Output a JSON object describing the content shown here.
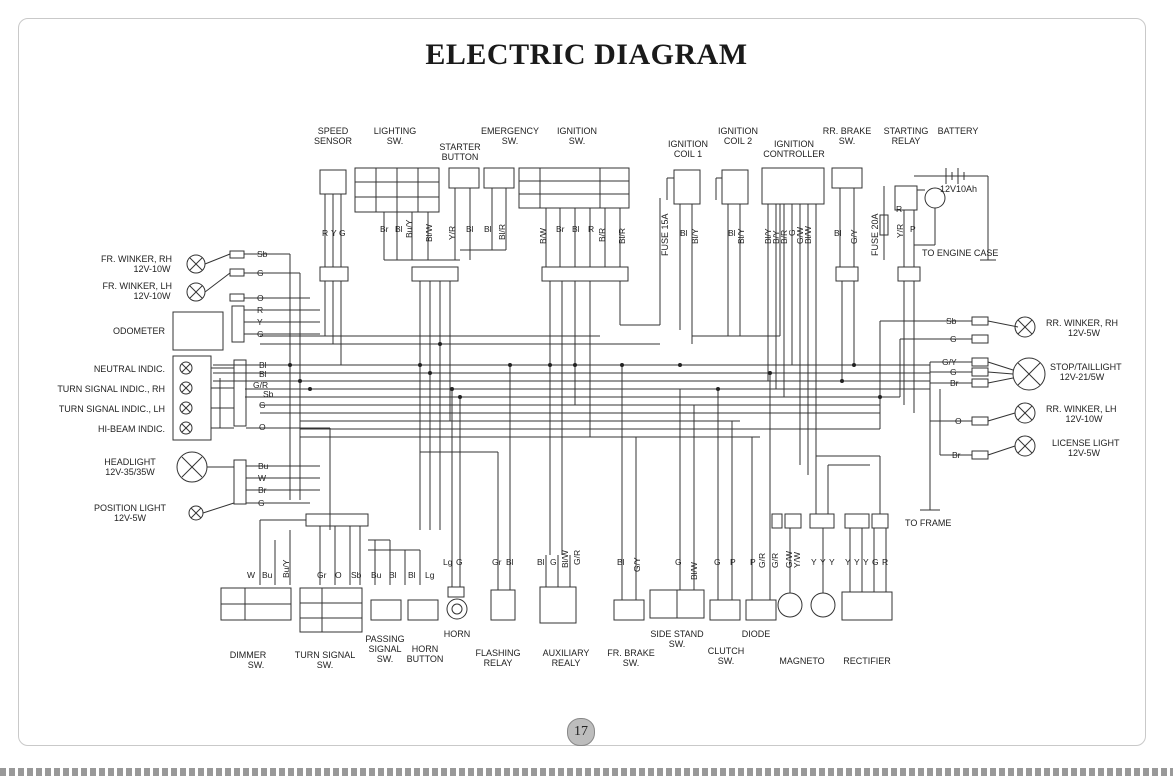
{
  "title": "ELECTRIC DIAGRAM",
  "page_number": "17",
  "labels": {
    "fr_winker_rh": "FR. WINKER, RH",
    "fr_winker_rh_rating": "12V-10W",
    "fr_winker_lh": "FR. WINKER, LH",
    "fr_winker_lh_rating": "12V-10W",
    "odometer": "ODOMETER",
    "neutral_indic": "NEUTRAL INDIC.",
    "turn_signal_indic_rh": "TURN SIGNAL INDIC., RH",
    "turn_signal_indic_lh": "TURN SIGNAL INDIC., LH",
    "hibeam_indic": "HI-BEAM INDIC.",
    "headlight": "HEADLIGHT",
    "headlight_rating": "12V-35/35W",
    "position_light": "POSITION LIGHT",
    "position_light_rating": "12V-5W",
    "speed_sensor_1": "SPEED",
    "speed_sensor_2": "SENSOR",
    "lighting_sw_1": "LIGHTING",
    "lighting_sw_2": "SW.",
    "starter_button_1": "STARTER",
    "starter_button_2": "BUTTON",
    "emergency_sw_1": "EMERGENCY",
    "emergency_sw_2": "SW.",
    "ignition_sw_1": "IGNITION",
    "ignition_sw_2": "SW.",
    "ignition_coil1_1": "IGNITION",
    "ignition_coil1_2": "COIL 1",
    "ignition_coil2_1": "IGNITION",
    "ignition_coil2_2": "COIL 2",
    "ignition_controller_1": "IGNITION",
    "ignition_controller_2": "CONTROLLER",
    "rr_brake_sw_1": "RR. BRAKE",
    "rr_brake_sw_2": "SW.",
    "starting_relay_1": "STARTING",
    "starting_relay_2": "RELAY",
    "battery": "BATTERY",
    "battery_rating": "12V10Ah",
    "to_engine_case": "TO ENGINE CASE",
    "fuse_15a": "FUSE 15A",
    "fuse_20a": "FUSE 20A",
    "rr_winker_rh": "RR. WINKER, RH",
    "rr_winker_rh_rating": "12V-5W",
    "stop_taillight": "STOP/TAILLIGHT",
    "stop_taillight_rating": "12V-21/5W",
    "rr_winker_lh": "RR. WINKER, LH",
    "rr_winker_lh_rating": "12V-10W",
    "license_light": "LICENSE LIGHT",
    "license_light_rating": "12V-5W",
    "to_frame": "TO FRAME",
    "dimmer_sw_1": "DIMMER",
    "dimmer_sw_2": "SW.",
    "turn_signal_sw_1": "TURN SIGNAL",
    "turn_signal_sw_2": "SW.",
    "passing_signal_sw_1": "PASSING",
    "passing_signal_sw_2": "SIGNAL",
    "passing_signal_sw_3": "SW.",
    "horn_button_1": "HORN",
    "horn_button_2": "BUTTON",
    "horn": "HORN",
    "flashing_relay_1": "FLASHING",
    "flashing_relay_2": "RELAY",
    "auxiliary_realy_1": "AUXILIARY",
    "auxiliary_realy_2": "REALY",
    "fr_brake_sw_1": "FR. BRAKE",
    "fr_brake_sw_2": "SW.",
    "side_stand_sw_1": "SIDE STAND",
    "side_stand_sw_2": "SW.",
    "clutch_sw_1": "CLUTCH",
    "clutch_sw_2": "SW.",
    "diode": "DIODE",
    "magneto": "MAGNETO",
    "rectifier": "RECTIFIER"
  },
  "wire_codes": {
    "left_sb": "Sb",
    "left_g1": "G",
    "left_o": "O",
    "odo_r": "R",
    "odo_y": "Y",
    "odo_g": "G",
    "ind_bl1": "Bl",
    "ind_bl2": "Bl",
    "ind_gr": "G/R",
    "ind_sb": "Sb",
    "ind_g": "G",
    "ind_o": "O",
    "hl_bu": "Bu",
    "hl_w": "W",
    "hl_br": "Br",
    "pl_g": "G",
    "speed_r": "R",
    "speed_y": "Y",
    "speed_g": "G",
    "light_br": "Br",
    "light_bl": "Bl",
    "light_bu": "Bu/Y",
    "light_blw": "Bl/W",
    "start_yr": "Y/R",
    "start_bl": "Bl",
    "emerg_bl": "Bl",
    "emerg_blr": "Bl/R",
    "ign_bw": "B/W",
    "ign_br": "Br",
    "ign_bl": "Bl",
    "ign_r": "R",
    "ign_br2": "B/R",
    "ign_blr": "Bl/R",
    "coil1_bl": "Bl",
    "coil1_bly": "Bl/Y",
    "coil2_bl": "Bl",
    "coil2_bly": "Bl/Y",
    "ctrl_1": "Bl/Y",
    "ctrl_2": "B/Y",
    "ctrl_3": "B/R",
    "ctrl_4": "G",
    "ctrl_5": "G/W",
    "ctrl_6": "Bl/W",
    "rrb_bl": "Bl",
    "rrb_gy": "G/Y",
    "rel_yr": "Y/R",
    "rel_p": "P",
    "rel_r": "R",
    "rt_sb": "Sb",
    "rt_g": "G",
    "rt_gy": "G/Y",
    "rt_g2": "G",
    "rt_br": "Br",
    "rt_o": "O",
    "rt_br2": "Br",
    "dim_w": "W",
    "dim_bu": "Bu",
    "dim_bu2": "Bu/Y",
    "ts_gr": "Gr",
    "ts_o": "O",
    "ts_sb": "Sb",
    "ps_bu": "Bu",
    "ps_bl": "Bl",
    "hb_bl": "Bl",
    "hb_lg": "Lg",
    "horn_lg": "Lg",
    "horn_g": "G",
    "fr_gr": "Gr",
    "fr_bl": "Bl",
    "aux_bl": "Bl",
    "aux_g": "G",
    "aux_blw": "Bl/W",
    "aux_gr": "G/R",
    "frb_bl": "Bl",
    "frb_gy": "G/Y",
    "ss_g": "G",
    "ss_blw": "Bl/W",
    "cl_g": "G",
    "cl_p": "P",
    "di_p": "P",
    "di_gr": "G/R",
    "mg_gr": "G/R",
    "mg_gw": "G/W",
    "mg_yw": "Y/W",
    "rc_y1": "Y",
    "rc_y2": "Y",
    "rc_y3": "Y",
    "rc_y4": "Y",
    "rc_y5": "Y",
    "rc_y6": "Y",
    "rc_g": "G",
    "rc_r": "R"
  }
}
